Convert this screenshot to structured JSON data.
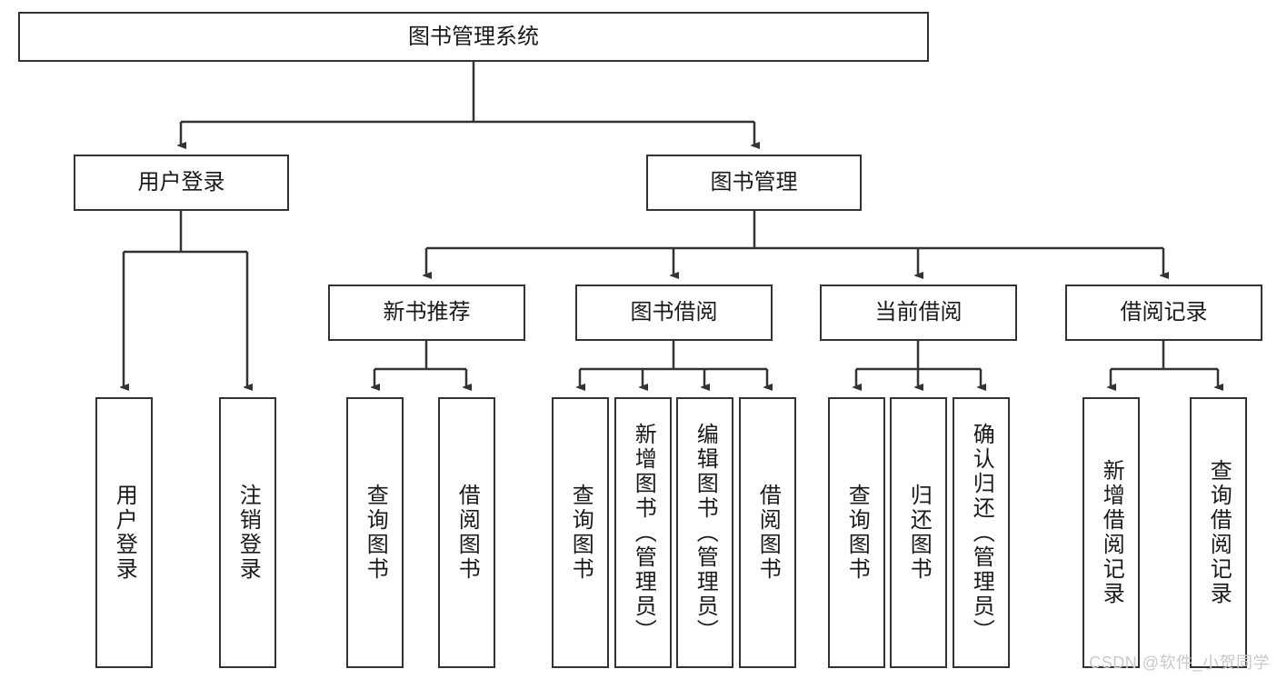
{
  "diagram": {
    "title": "图书管理系统",
    "type": "hierarchy-tree",
    "watermark": "CSDN @软件_小贺同学",
    "colors": {
      "stroke": "#333333",
      "fill": "#ffffff",
      "text": "#1a1a1a",
      "watermark": "#c9c9c9"
    },
    "nodes": {
      "root": {
        "label": "图书管理系统"
      },
      "level2": [
        {
          "label": "用户登录"
        },
        {
          "label": "图书管理"
        }
      ],
      "level3": [
        {
          "label": "新书推荐"
        },
        {
          "label": "图书借阅"
        },
        {
          "label": "当前借阅"
        },
        {
          "label": "借阅记录"
        }
      ],
      "leaves_user_login": [
        {
          "label": "用户登录"
        },
        {
          "label": "注销登录"
        }
      ],
      "leaves_new_books": [
        {
          "label": "查询图书"
        },
        {
          "label": "借阅图书"
        }
      ],
      "leaves_borrow": [
        {
          "label": "查询图书"
        },
        {
          "label": "新增图书（管理员）"
        },
        {
          "label": "编辑图书（管理员）"
        },
        {
          "label": "借阅图书"
        }
      ],
      "leaves_current": [
        {
          "label": "查询图书"
        },
        {
          "label": "归还图书"
        },
        {
          "label": "确认归还（管理员）"
        }
      ],
      "leaves_records": [
        {
          "label": "新增借阅记录"
        },
        {
          "label": "查询借阅记录"
        }
      ]
    }
  }
}
